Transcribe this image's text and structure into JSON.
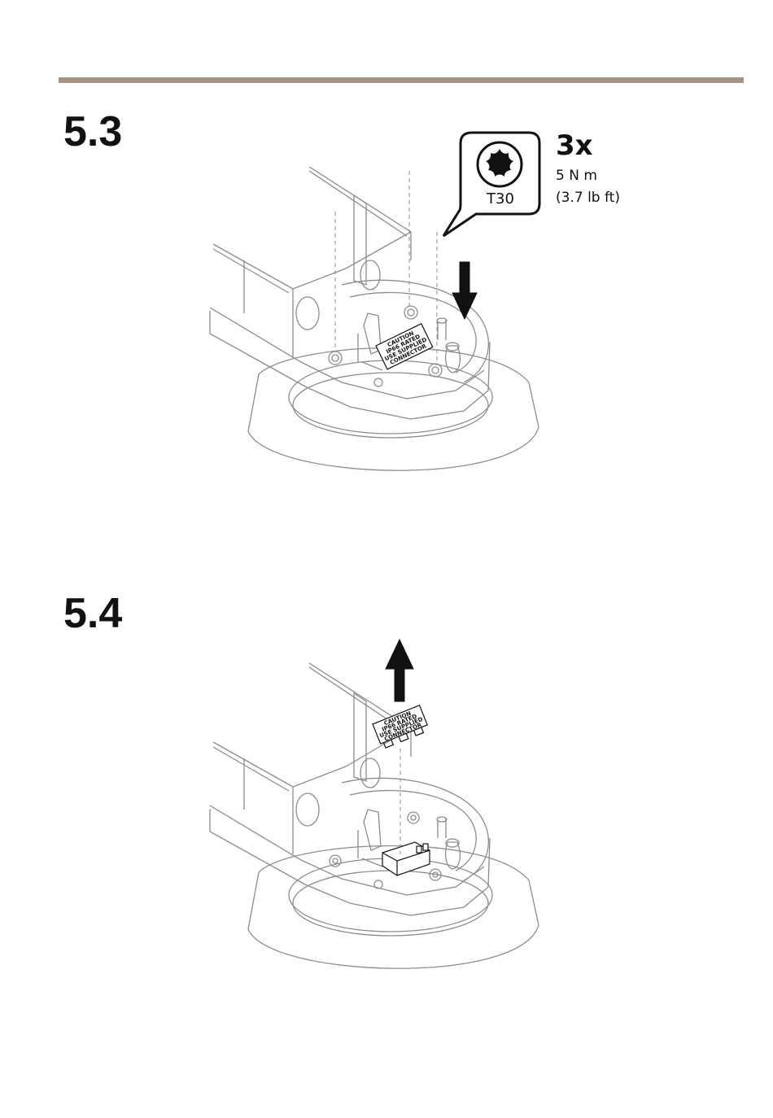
{
  "steps": [
    {
      "number": "5.3"
    },
    {
      "number": "5.4"
    }
  ],
  "tool": {
    "quantity": "3x",
    "torque_nm": "5 N m",
    "torque_lbft": "(3.7 lb ft)",
    "bit": "T30",
    "icon": "torx-bit-icon"
  },
  "label_text": {
    "line1": "CAUTION",
    "line2": "IP66 RATED",
    "line3": "USE SUPPLIED",
    "line4": "CONNECTOR"
  },
  "colors": {
    "rule": "#a39586",
    "line_art": "#8c8c8c",
    "ink": "#111111"
  }
}
